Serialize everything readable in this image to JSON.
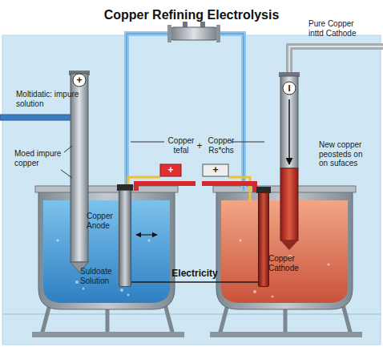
{
  "diagram": {
    "title": "Copper Refining Electrolysis",
    "nodes": [
      {
        "text": [
          "Copper Anode"
        ]
      },
      {
        "text": [
          "Copper Cathode"
        ]
      }
    ],
    "edges": [
      {
        "from": 0,
        "to": 1,
        "label": "Electricity",
        "arrow": "none"
      }
    ],
    "labels": [
      "Moltidatic: impure solution",
      "+",
      "Pure Copper inttd Cathode",
      "I",
      "Copper tefal",
      "+",
      "Copper Rs*chs",
      "New copper peosteds on on sufaces",
      "Moed impure copper",
      "+",
      "+",
      "Suldoate Solution"
    ]
  }
}
